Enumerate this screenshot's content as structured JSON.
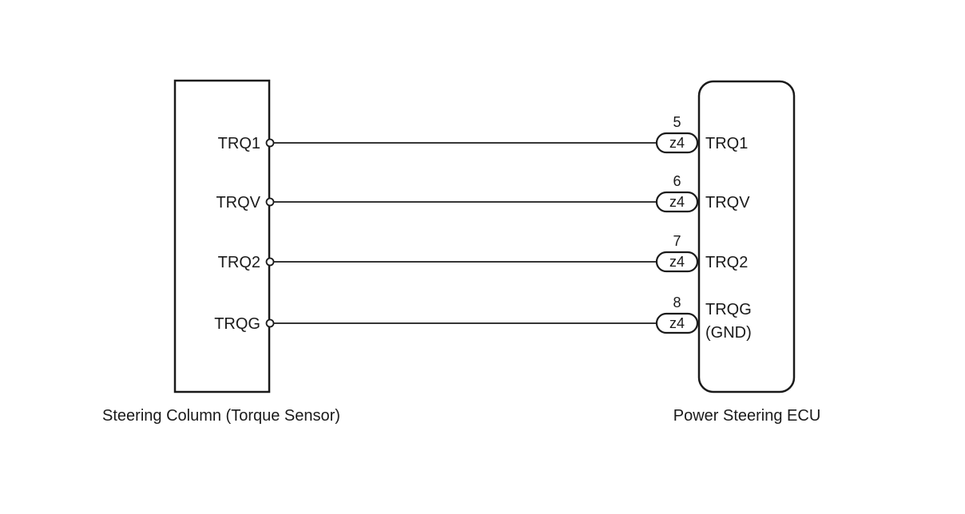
{
  "components": {
    "sensor": {
      "name": "Steering Column (Torque Sensor)"
    },
    "ecu": {
      "name": "Power Steering ECU"
    }
  },
  "wires": [
    {
      "sensor_terminal": "TRQ1",
      "pin": "5",
      "connector": "z4",
      "ecu_terminal": "TRQ1"
    },
    {
      "sensor_terminal": "TRQV",
      "pin": "6",
      "connector": "z4",
      "ecu_terminal": "TRQV"
    },
    {
      "sensor_terminal": "TRQ2",
      "pin": "7",
      "connector": "z4",
      "ecu_terminal": "TRQ2"
    },
    {
      "sensor_terminal": "TRQG",
      "pin": "8",
      "connector": "z4",
      "ecu_terminal": "TRQG",
      "ecu_terminal_line2": "(GND)"
    }
  ],
  "colors": {
    "line": "#1a1a1a",
    "background": "#ffffff"
  }
}
